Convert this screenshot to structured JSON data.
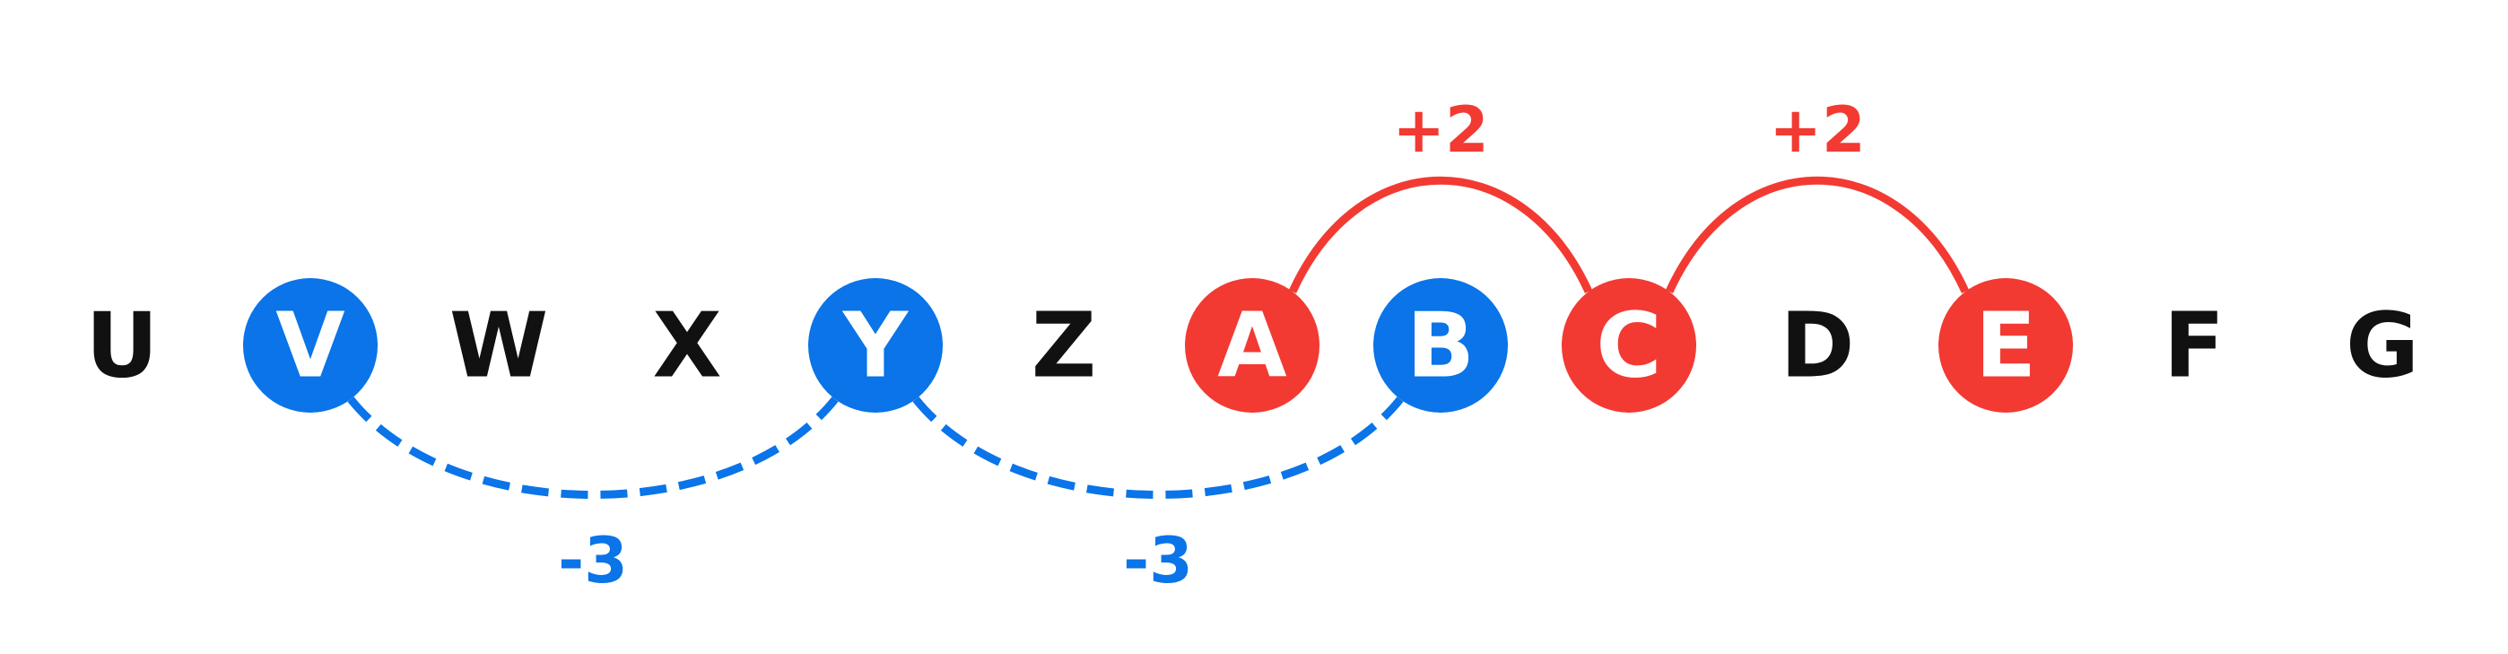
{
  "colors": {
    "background": "#ffffff",
    "plain_letter": "#111111",
    "highlight_blue": "#0a74e8",
    "highlight_red": "#f23a33",
    "circle_text": "#ffffff"
  },
  "letters": [
    {
      "char": "U",
      "highlight": "none"
    },
    {
      "char": "V",
      "highlight": "blue"
    },
    {
      "char": "W",
      "highlight": "none"
    },
    {
      "char": "X",
      "highlight": "none"
    },
    {
      "char": "Y",
      "highlight": "blue"
    },
    {
      "char": "Z",
      "highlight": "none"
    },
    {
      "char": "A",
      "highlight": "red"
    },
    {
      "char": "B",
      "highlight": "blue"
    },
    {
      "char": "C",
      "highlight": "red"
    },
    {
      "char": "D",
      "highlight": "none"
    },
    {
      "char": "E",
      "highlight": "red"
    },
    {
      "char": "F",
      "highlight": "none"
    },
    {
      "char": "G",
      "highlight": "none"
    }
  ],
  "arcs": [
    {
      "from": 1,
      "to": 4,
      "label": "-3",
      "direction": "below",
      "style": "dashed",
      "color": "blue"
    },
    {
      "from": 4,
      "to": 7,
      "label": "-3",
      "direction": "below",
      "style": "dashed",
      "color": "blue"
    },
    {
      "from": 6,
      "to": 8,
      "label": "+2",
      "direction": "above",
      "style": "solid",
      "color": "red"
    },
    {
      "from": 8,
      "to": 10,
      "label": "+2",
      "direction": "above",
      "style": "solid",
      "color": "red"
    }
  ]
}
